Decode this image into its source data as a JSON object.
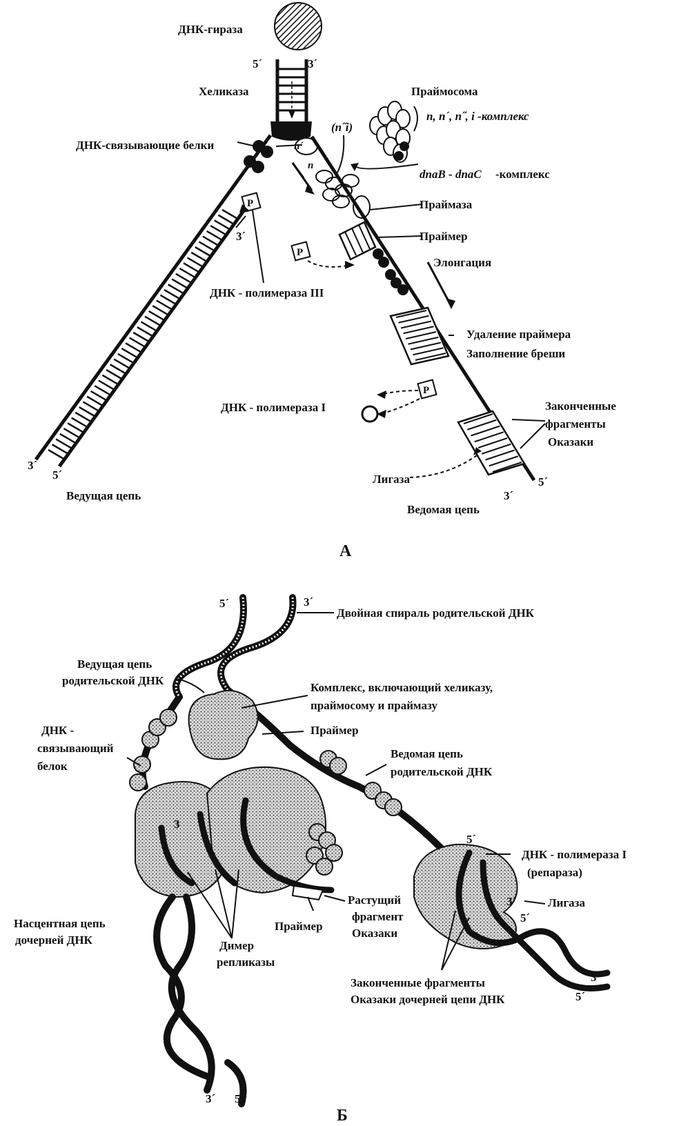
{
  "panel_a": {
    "caption": "А",
    "gyrase": "ДНК-гираза",
    "top_5": "5´",
    "top_3": "3´",
    "helicase": "Хеликаза",
    "ssb": "ДНК-связывающие белки",
    "primosome": "Праймосома",
    "primosome_complex": "n, n´, n˝, i -комплекс",
    "n_i": "(n˝i)",
    "n_prime": "n´",
    "n_small": "n",
    "dnab": "dnaB - dnaC",
    "dnab_suffix": "-комплекс",
    "primase": "Праймаза",
    "primer": "Праймер",
    "elongation": "Элонгация",
    "pol3_p": "P",
    "pol3_p2": "P",
    "pol3_3": "3´",
    "pol3": "ДНК - полимераза III",
    "primer_removal": "Удаление праймера",
    "gap_fill": "Заполнение бреши",
    "pol1": "ДНК - полимераза I",
    "pol1_p": "P",
    "okazaki_1": "Законченные",
    "okazaki_2": "фрагменты",
    "okazaki_3": "Оказаки",
    "ligase": "Лигаза",
    "leading_3": "3´",
    "leading_5": "5´",
    "leading": "Ведущая цепь",
    "lagging_5": "5´",
    "lagging_3": "3´",
    "lagging": "Ведомая цепь"
  },
  "panel_b": {
    "caption": "Б",
    "top_5": "5´",
    "top_3": "3´",
    "parental_helix": "Двойная спираль родительской ДНК",
    "leading_parent_1": "Ведущая цепь",
    "leading_parent_2": "родительской ДНК",
    "complex_1": "Комплекс, включающий хеликазу,",
    "complex_2": "праймосому и праймазу",
    "primer_top": "Праймер",
    "ssb_1": "ДНК -",
    "ssb_2": "связывающий",
    "ssb_3": "белок",
    "lagging_parent_1": "Ведомая цепь",
    "lagging_parent_2": "родительской ДНК",
    "inner_3": "3",
    "pol1_5": "5´",
    "pol1_1": "ДНК - полимераза I",
    "pol1_2": "(репараза)",
    "pol1_3": "3´",
    "pol1_5b": "5´",
    "ligase": "Лигаза",
    "growing_1": "Растущий",
    "growing_2": "фрагмент",
    "growing_3": "Оказаки",
    "primer_bottom": "Праймер",
    "nascent_1": "Насцентная цепь",
    "nascent_2": "дочерней ДНК",
    "dimer_1": "Димер",
    "dimer_2": "репликазы",
    "done_1": "Законченные фрагменты",
    "done_2": "Оказаки дочерней цепи ДНК",
    "end_3": "3´",
    "end_5": "5´",
    "bottom_3": "3´",
    "bottom_5": "5´"
  }
}
